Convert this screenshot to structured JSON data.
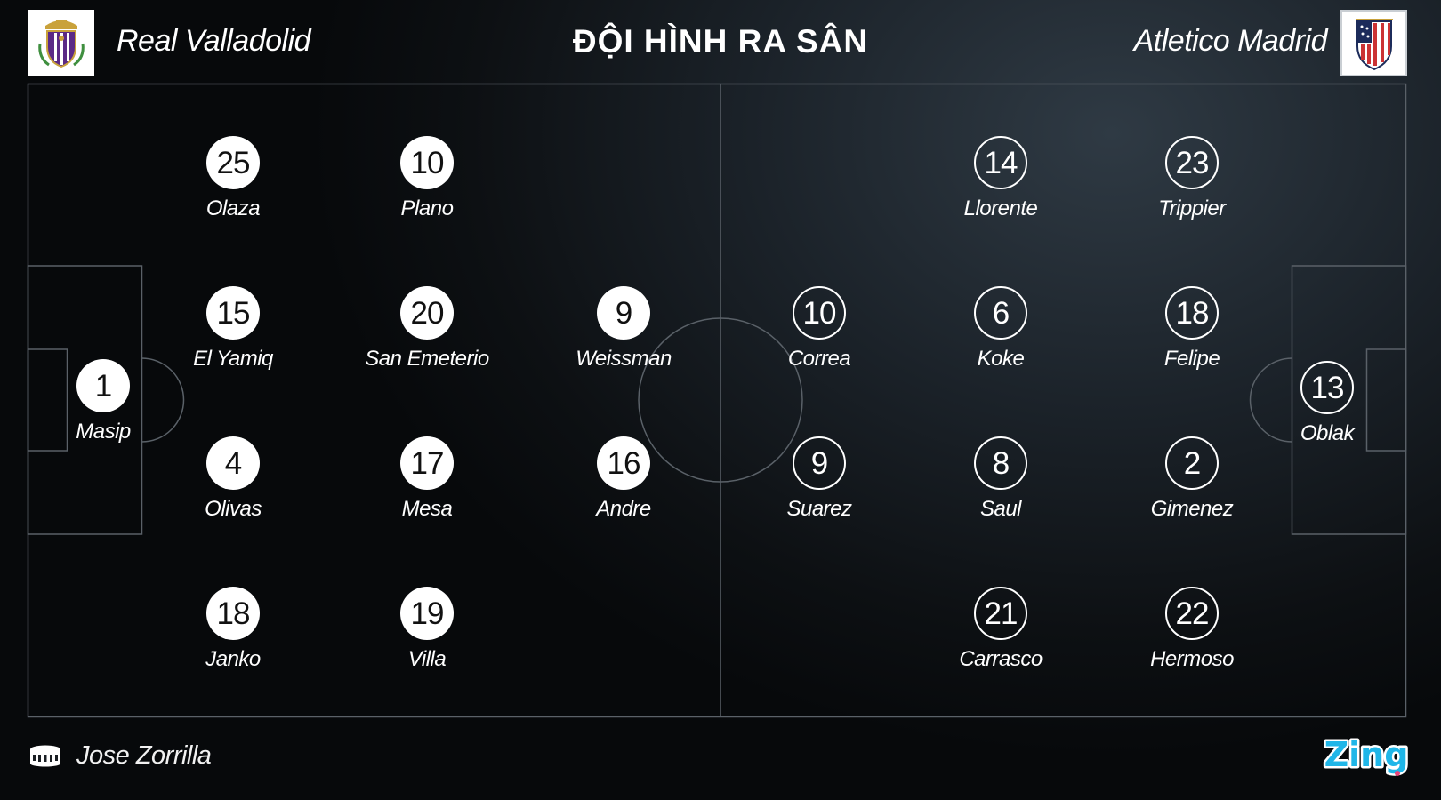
{
  "header": {
    "title": "ĐỘI HÌNH RA SÂN",
    "home_team": "Real Valladolid",
    "away_team": "Atletico Madrid",
    "home_logo_icon": "real-valladolid-crest",
    "away_logo_icon": "atletico-madrid-crest"
  },
  "home_lineup": [
    {
      "number": "1",
      "name": "Masip"
    },
    {
      "number": "25",
      "name": "Olaza"
    },
    {
      "number": "15",
      "name": "El Yamiq"
    },
    {
      "number": "4",
      "name": "Olivas"
    },
    {
      "number": "18",
      "name": "Janko"
    },
    {
      "number": "10",
      "name": "Plano"
    },
    {
      "number": "20",
      "name": "San Emeterio"
    },
    {
      "number": "17",
      "name": "Mesa"
    },
    {
      "number": "19",
      "name": "Villa"
    },
    {
      "number": "9",
      "name": "Weissman"
    },
    {
      "number": "16",
      "name": "Andre"
    }
  ],
  "away_lineup": [
    {
      "number": "13",
      "name": "Oblak"
    },
    {
      "number": "23",
      "name": "Trippier"
    },
    {
      "number": "18",
      "name": "Felipe"
    },
    {
      "number": "2",
      "name": "Gimenez"
    },
    {
      "number": "22",
      "name": "Hermoso"
    },
    {
      "number": "14",
      "name": "Llorente"
    },
    {
      "number": "6",
      "name": "Koke"
    },
    {
      "number": "8",
      "name": "Saul"
    },
    {
      "number": "21",
      "name": "Carrasco"
    },
    {
      "number": "10",
      "name": "Correa"
    },
    {
      "number": "9",
      "name": "Suarez"
    }
  ],
  "footer": {
    "stadium": "Jose Zorrilla",
    "stadium_icon": "stadium-icon",
    "brand": "Zing"
  },
  "colors": {
    "home_marker": "#ffffff",
    "away_marker_outline": "#ffffff",
    "pitch_lines": "#5a6168"
  }
}
